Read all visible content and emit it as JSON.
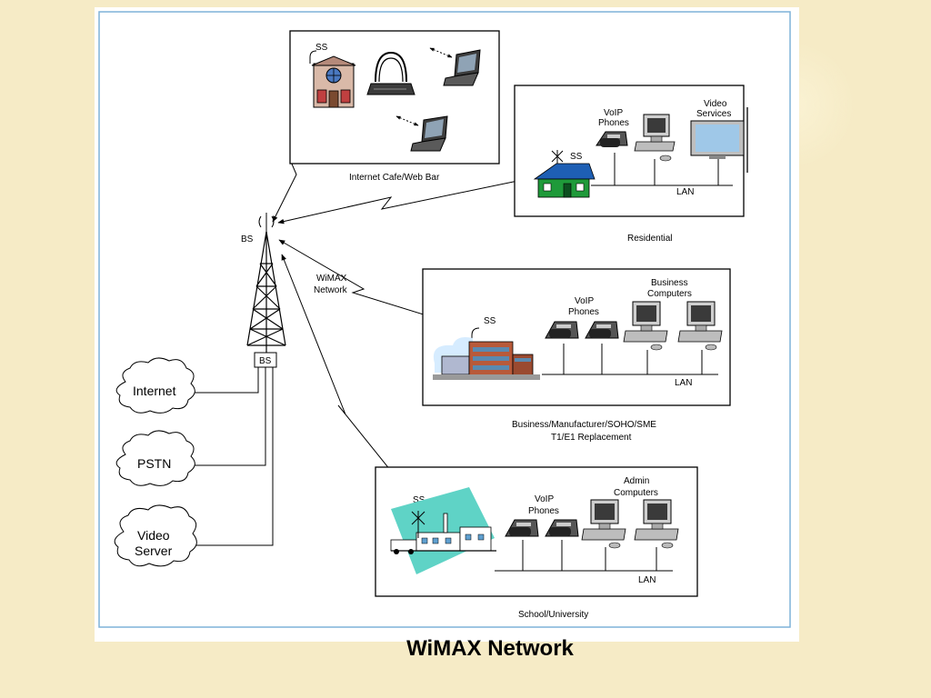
{
  "slide": {
    "title": "WiMAX Network"
  },
  "diagram": {
    "network_label_line1": "WiMAX",
    "network_label_line2": "Network",
    "base_station": {
      "top_label": "BS",
      "box_label": "BS"
    },
    "clouds": {
      "internet": "Internet",
      "pstn": "PSTN",
      "video_line1": "Video",
      "video_line2": "Server"
    },
    "internet_cafe": {
      "caption": "Internet Cafe/Web Bar",
      "ss_label": "SS"
    },
    "residential": {
      "caption": "Residential",
      "ss_label": "SS",
      "voip_line1": "VoIP",
      "voip_line2": "Phones",
      "video_line1": "Video",
      "video_line2": "Services",
      "lan_label": "LAN"
    },
    "business": {
      "caption_line1": "Business/Manufacturer/SOHO/SME",
      "caption_line2": "T1/E1 Replacement",
      "ss_label": "SS",
      "voip_line1": "VoIP",
      "voip_line2": "Phones",
      "computers_line1": "Business",
      "computers_line2": "Computers",
      "lan_label": "LAN"
    },
    "school": {
      "caption": "School/University",
      "ss_label": "SS",
      "voip_line1": "VoIP",
      "voip_line2": "Phones",
      "computers_line1": "Admin",
      "computers_line2": "Computers",
      "lan_label": "LAN"
    }
  },
  "colors": {
    "slide_background": "#f6ebc6",
    "frame_border": "#7fb2d9",
    "house_green": "#1f9a3a",
    "house_roof_blue": "#1e5fb4",
    "school_teal": "#5fd3c6"
  }
}
